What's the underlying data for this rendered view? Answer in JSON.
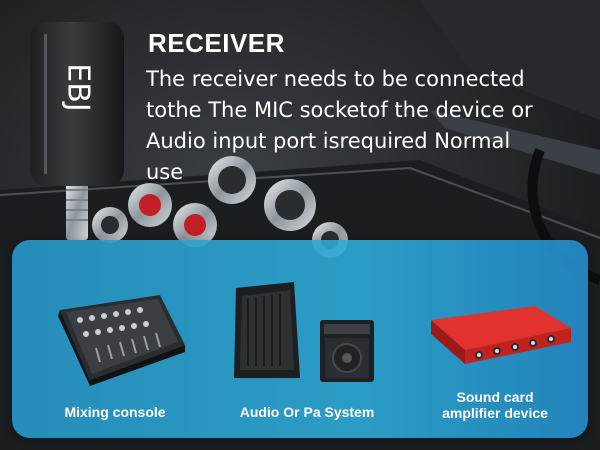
{
  "header": {
    "title": "RECEIVER",
    "description_lines": [
      "The receiver needs to be connected",
      "tothe The MIC socketof the device or",
      "Audio input port isrequired Normal",
      "use"
    ]
  },
  "receiver": {
    "brand": "EBJ"
  },
  "devices": [
    {
      "label": "Mixing console",
      "icon": "mixing-console-icon"
    },
    {
      "label": "Audio Or Pa System",
      "icon": "speaker-system-icon"
    },
    {
      "label_line1": "Sound card",
      "label_line2": "amplifier device",
      "icon": "sound-card-icon"
    }
  ],
  "colors": {
    "panel": "#2aa6d8",
    "accent_red": "#d92027"
  }
}
